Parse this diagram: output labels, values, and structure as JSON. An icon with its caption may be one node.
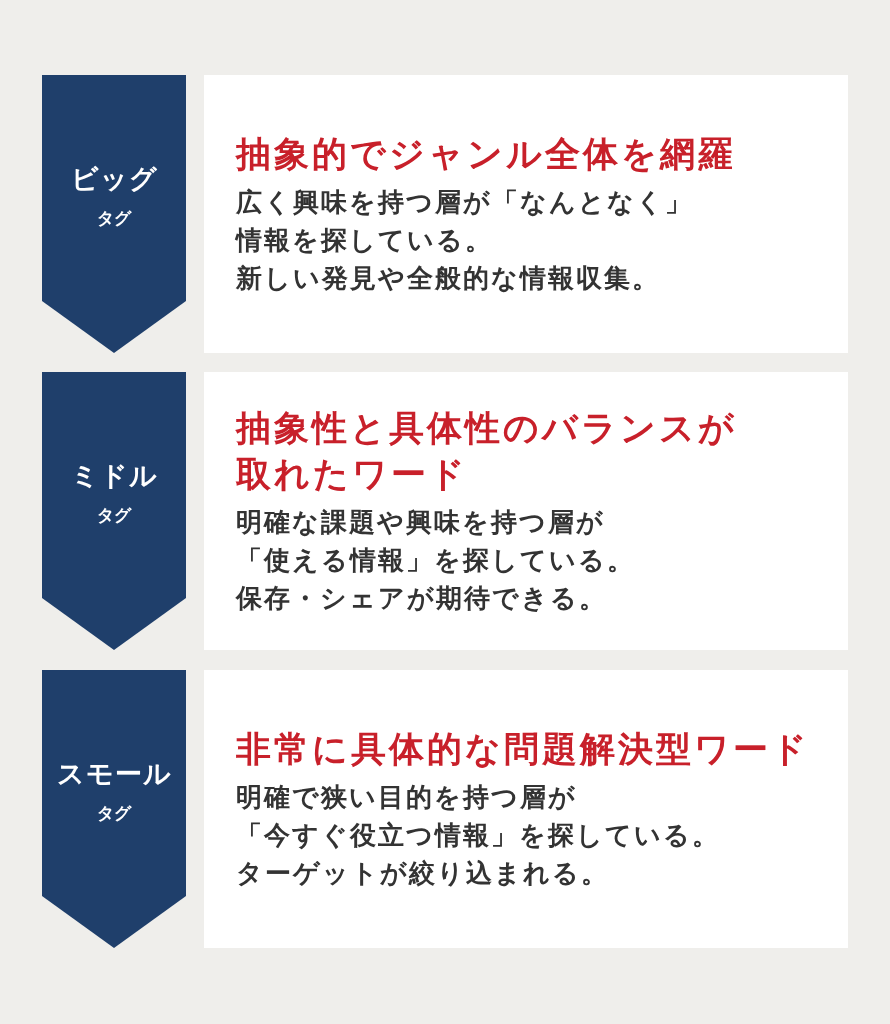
{
  "diagram": {
    "nodes": [
      {
        "text": [
          "ビッグ",
          "タグ"
        ]
      },
      {
        "text": [
          "抽象的でジャンル全体を網羅",
          "広く興味を持つ層が「なんとなく」情報を探している。",
          "新しい発見や全般的な情報収集。"
        ]
      },
      {
        "text": [
          "ミドル",
          "タグ"
        ]
      },
      {
        "text": [
          "抽象性と具体性のバランスが取れたワード",
          "明確な課題や興味を持つ層が「使える情報」を探している。",
          "保存・シェアが期待できる。"
        ]
      },
      {
        "text": [
          "スモール",
          "タグ"
        ]
      },
      {
        "text": [
          "非常に具体的な問題解決型ワード",
          "明確で狭い目的を持つ層が「今すぐ役立つ情報」を探している。",
          "ターゲットが絞り込まれる。"
        ]
      }
    ]
  }
}
